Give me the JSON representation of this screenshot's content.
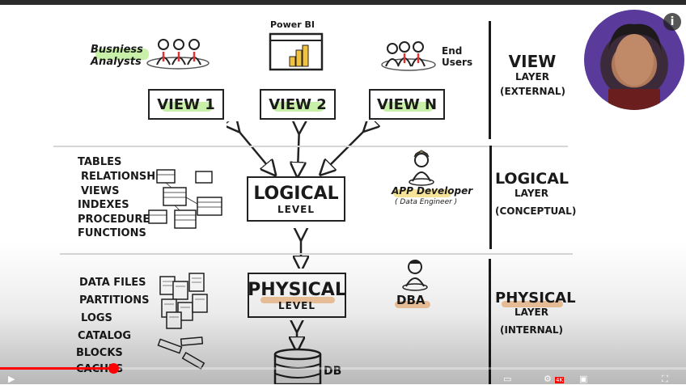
{
  "view_layer": {
    "people_left": "Busniess Analysts",
    "powerbi_label": "Power BI",
    "people_right": "End Users",
    "views": [
      "VIEW 1",
      "VIEW 2",
      "VIEW N"
    ],
    "layer_title": "VIEW",
    "layer_sub": "LAYER",
    "layer_paren": "(EXTERNAL)"
  },
  "logical_layer": {
    "items": [
      "TABLES",
      "RELATIONSHIPS",
      "VIEWS",
      "INDEXES",
      "PROCEDURES",
      "FUNCTIONS"
    ],
    "box_title": "LOGICAL",
    "box_sub": "LEVEL",
    "role": "APP Developer",
    "role_sub": "( Data Engineer )",
    "layer_title": "LOGICAL",
    "layer_sub": "LAYER",
    "layer_paren": "(CONCEPTUAL)"
  },
  "physical_layer": {
    "items": [
      "DATA FILES",
      "PARTITIONS",
      "LOGS",
      "CATALOG",
      "BLOCKS",
      "CACHES"
    ],
    "box_title": "PHYSICAL",
    "box_sub": "LEVEL",
    "role": "DBA",
    "db_label": "DB",
    "layer_title": "PHYSICAL",
    "layer_sub": "LAYER",
    "layer_paren": "(INTERNAL)"
  },
  "player": {
    "info_label": "i",
    "progress": 0.165,
    "quality_badge": "4K"
  },
  "colors": {
    "green_highlight": "#c9f0a8",
    "orange_highlight": "#f6c9a0",
    "yellow": "#f2c23a",
    "accent_red": "#ff0000"
  }
}
